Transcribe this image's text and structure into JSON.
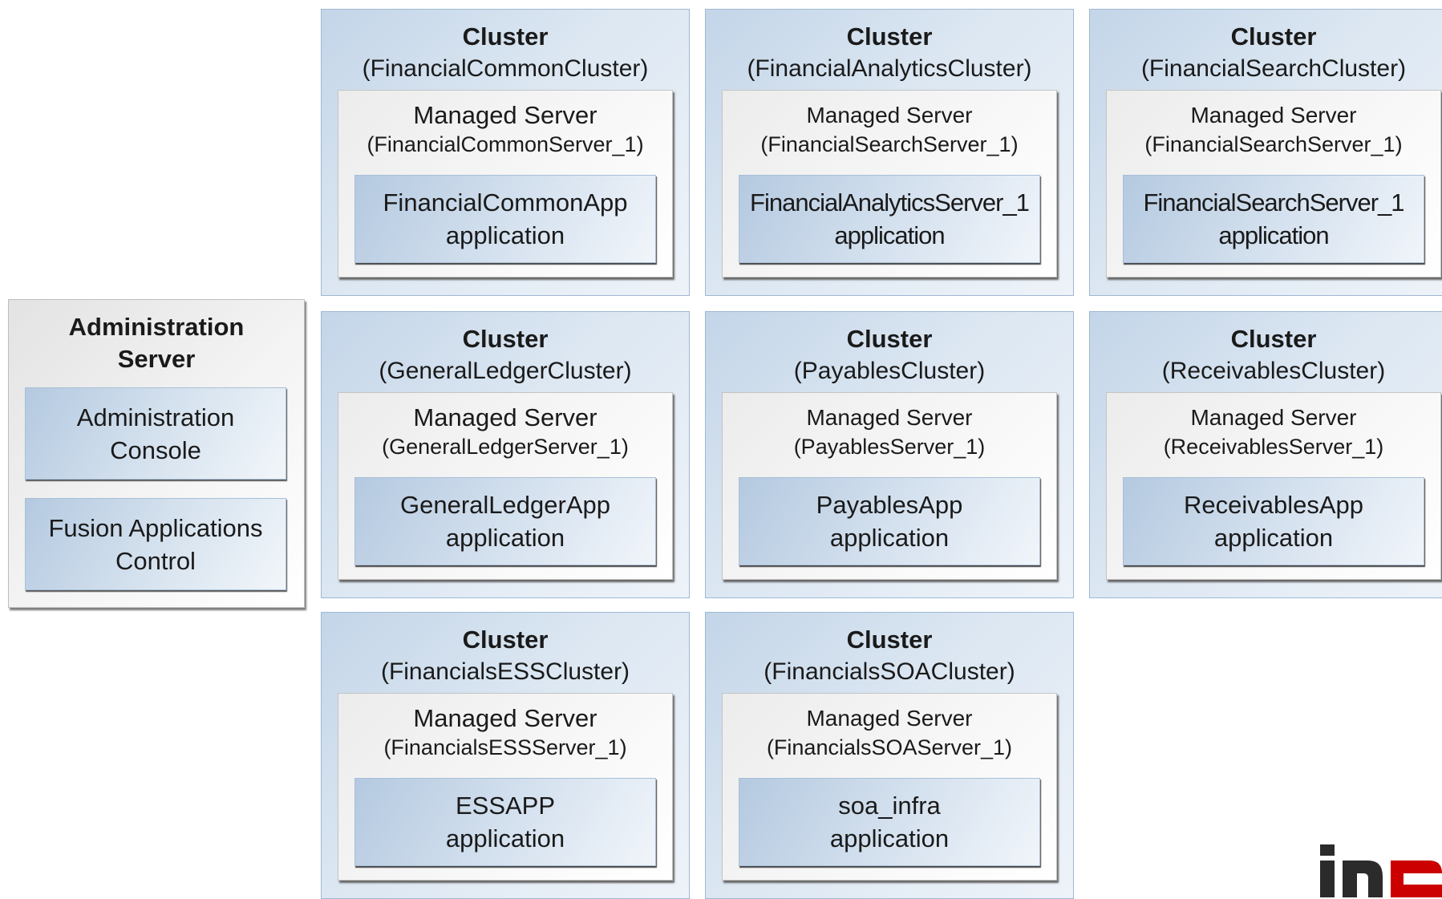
{
  "admin_server": {
    "title": "Administration\nServer",
    "components": [
      "Administration\nConsole",
      "Fusion Applications\nControl"
    ]
  },
  "cluster_label": "Cluster",
  "managed_server_label": "Managed Server",
  "clusters": [
    {
      "name": "(FinancialCommonCluster)",
      "server": "(FinancialCommonServer_1)",
      "application": "FinancialCommonApp\napplication"
    },
    {
      "name": "(FinancialAnalyticsCluster)",
      "server": "(FinancialSearchServer_1)",
      "application": "FinancialAnalyticsServer_1\napplication"
    },
    {
      "name": "(FinancialSearchCluster)",
      "server": "(FinancialSearchServer_1)",
      "application": "FinancialSearchServer_1\napplication"
    },
    {
      "name": "(GeneralLedgerCluster)",
      "server": "(GeneralLedgerServer_1)",
      "application": "GeneralLedgerApp\napplication"
    },
    {
      "name": "(PayablesCluster)",
      "server": "(PayablesServer_1)",
      "application": "PayablesApp\napplication"
    },
    {
      "name": "(ReceivablesCluster)",
      "server": "(ReceivablesServer_1)",
      "application": "ReceivablesApp\napplication"
    },
    {
      "name": "(FinancialsESSCluster)",
      "server": "(FinancialsESSServer_1)",
      "application": "ESSAPP\napplication"
    },
    {
      "name": "(FinancialsSOACluster)",
      "server": "(FinancialsSOAServer_1)",
      "application": "soa_infra\napplication"
    }
  ],
  "colors": {
    "cluster_fill": "#c3d5e8",
    "application_fill": "#b4c9e0",
    "server_fill": "#f7f7f7",
    "logo_primary": "#cc0000"
  }
}
